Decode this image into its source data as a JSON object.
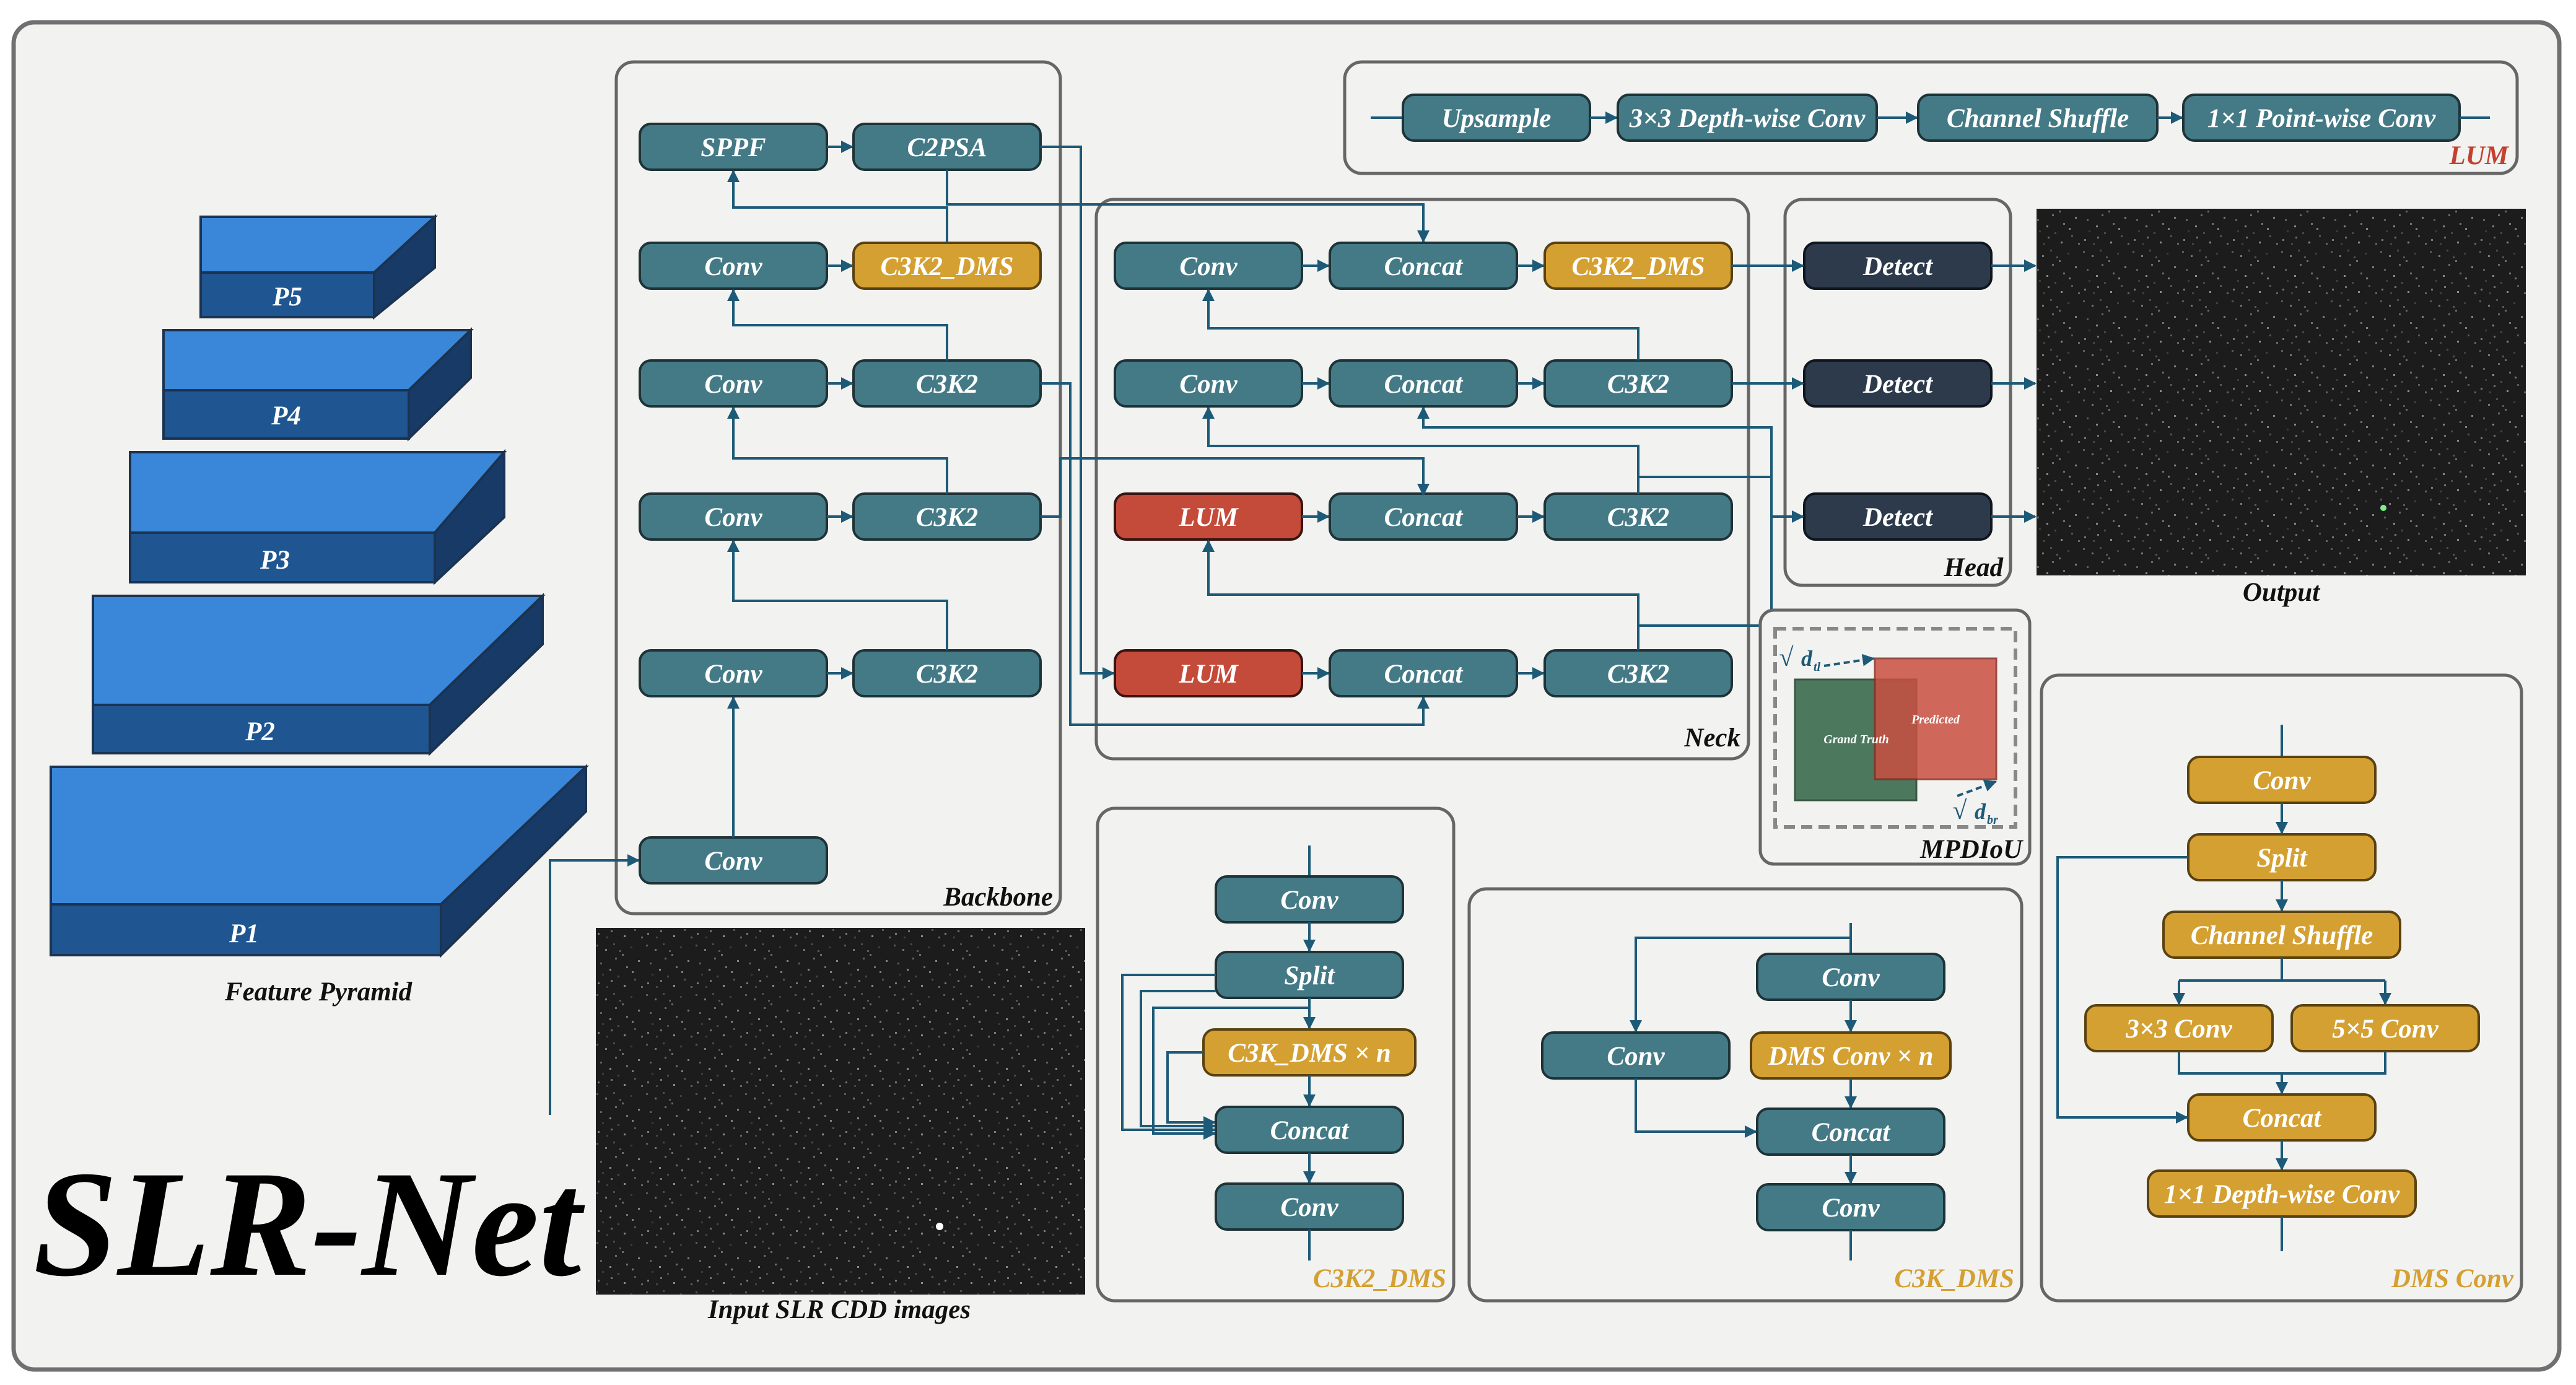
{
  "title": "SLR-Net",
  "colors": {
    "teal_block": "#447a86",
    "gold_block": "#d4a032",
    "red_block": "#c44a3a",
    "dark_block": "#2c3a4c",
    "arrow": "#1d5a78",
    "pyramid": "#2f78c8",
    "lum_label": "#c4402f",
    "module_label": "#d4a032"
  },
  "feature_pyramid": {
    "levels": [
      "P5",
      "P4",
      "P3",
      "P2",
      "P1"
    ],
    "caption": "Feature Pyramid"
  },
  "input": {
    "caption": "Input SLR CDD images"
  },
  "backbone": {
    "label": "Backbone",
    "sppf": "SPPF",
    "c2psa": "C2PSA",
    "conv": "Conv",
    "c3k2_dms": "C3K2_DMS",
    "c3k2": "C3K2"
  },
  "neck": {
    "label": "Neck",
    "conv": "Conv",
    "concat": "Concat",
    "c3k2_dms": "C3K2_DMS",
    "c3k2": "C3K2",
    "lum": "LUM"
  },
  "head": {
    "label": "Head",
    "detect": "Detect"
  },
  "output": {
    "caption": "Output"
  },
  "lum_module": {
    "label": "LUM",
    "steps": [
      "Upsample",
      "3×3 Depth-wise Conv",
      "Channel Shuffle",
      "1×1 Point-wise Conv"
    ]
  },
  "mpdiou": {
    "label": "MPDIoU",
    "ground_truth": "Grand Truth",
    "predicted": "Predicted",
    "d_tl_symbol": "√",
    "d_tl_var": "d",
    "d_tl_sub": "tl",
    "d_br_symbol": "√",
    "d_br_var": "d",
    "d_br_sub": "br"
  },
  "c3k2_dms_module": {
    "label": "C3K2_DMS",
    "conv": "Conv",
    "split": "Split",
    "c3k_dms_n": "C3K_DMS × n",
    "concat": "Concat"
  },
  "c3k_dms_module": {
    "label": "C3K_DMS",
    "conv": "Conv",
    "dms_conv_n": "DMS Conv × n",
    "concat": "Concat"
  },
  "dms_conv_module": {
    "label": "DMS Conv",
    "conv": "Conv",
    "split": "Split",
    "channel_shuffle": "Channel Shuffle",
    "conv3": "3×3 Conv",
    "conv5": "5×5 Conv",
    "concat": "Concat",
    "dw1": "1×1 Depth-wise Conv"
  }
}
